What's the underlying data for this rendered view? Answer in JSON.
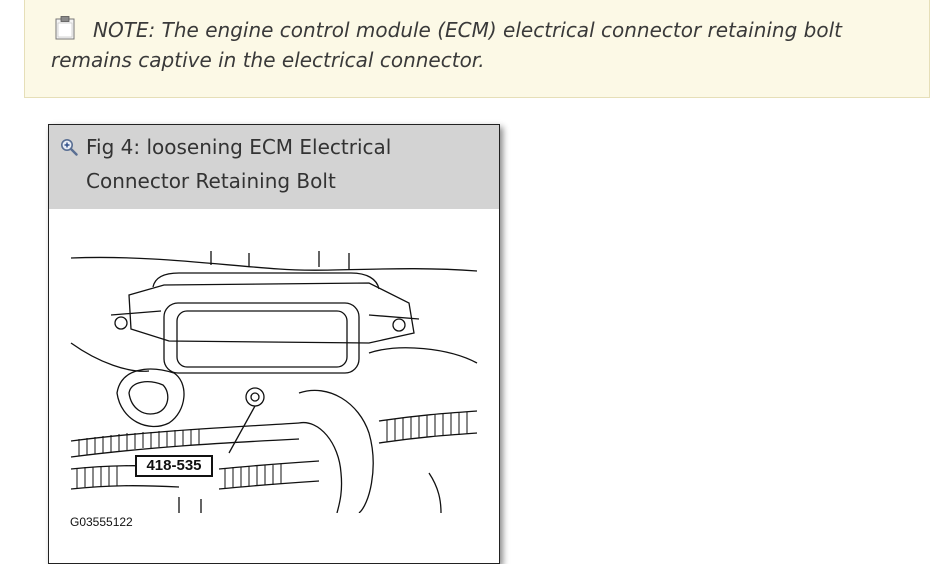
{
  "note": {
    "icon": "clipboard-icon",
    "text": "NOTE: The engine control module (ECM) electrical connector retaining bolt remains captive in the electrical connector."
  },
  "figure": {
    "icon": "zoom-in-icon",
    "title": "Fig 4: loosening ECM Electrical Connector Retaining Bolt",
    "callout_label": "418-535",
    "code": "G03555122"
  },
  "colors": {
    "note_bg": "#fcf9e6",
    "header_bg": "#d3d3d3"
  }
}
